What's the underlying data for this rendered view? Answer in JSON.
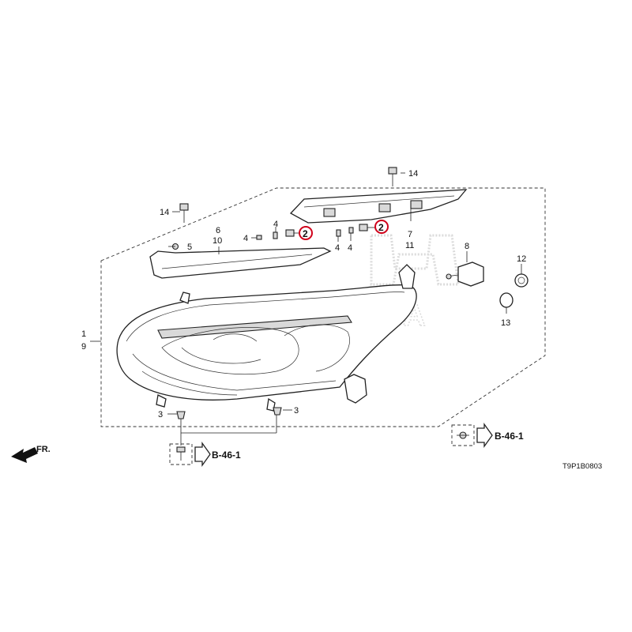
{
  "diagram": {
    "drawing_code": "T9P1B0803",
    "front_label": "FR.",
    "ref_label_left": "B-46-1",
    "ref_label_right": "B-46-1",
    "callouts": {
      "c1": "1",
      "c9": "9",
      "c2a": "2",
      "c2b": "2",
      "c3a": "3",
      "c3b": "3",
      "c4a": "4",
      "c4b": "4",
      "c4c": "4",
      "c4d": "4",
      "c5": "5",
      "c6": "6",
      "c10": "10",
      "c7": "7",
      "c11": "11",
      "c8": "8",
      "c12": "12",
      "c13": "13",
      "c14a": "14",
      "c14b": "14"
    },
    "highlight_color": "#d0021b",
    "watermark_text": "HONDA"
  }
}
